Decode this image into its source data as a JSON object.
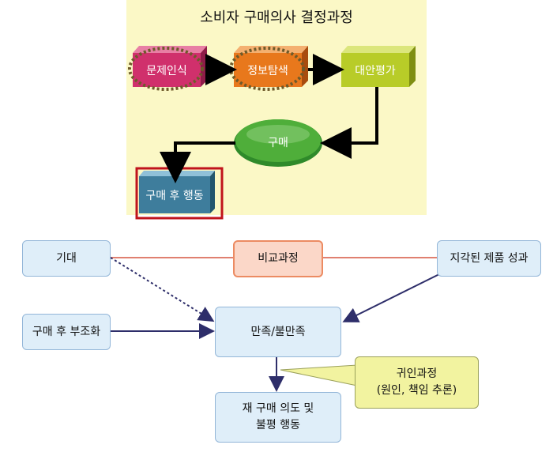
{
  "top": {
    "title": "소비자 구매의사 결정과정",
    "steps": {
      "recognition": "문제인식",
      "search": "정보탐색",
      "evaluation": "대안평가",
      "purchase": "구매",
      "post": "구매 후 행동"
    }
  },
  "bottom": {
    "expectation": "기대",
    "comparison": "비교과정",
    "perceived": "지각된 제품 성과",
    "dissonance": "구매 후 부조화",
    "satisfaction": "만족/불만족",
    "attribution_line1": "귀인과정",
    "attribution_line2": "(원인, 책임 추론)",
    "repurchase_line1": "재 구매 의도 및",
    "repurchase_line2": "불평 행동"
  },
  "colors": {
    "magenta": "#d0306c",
    "orange": "#e8781c",
    "lime": "#b8cc28",
    "green": "#4fae3a",
    "teal": "#3e7d9c",
    "highlight_red": "#c0141c",
    "dotted_green": "#6e5a2a",
    "navy_arrow": "#2e2e6a",
    "red_line": "#e08070"
  }
}
